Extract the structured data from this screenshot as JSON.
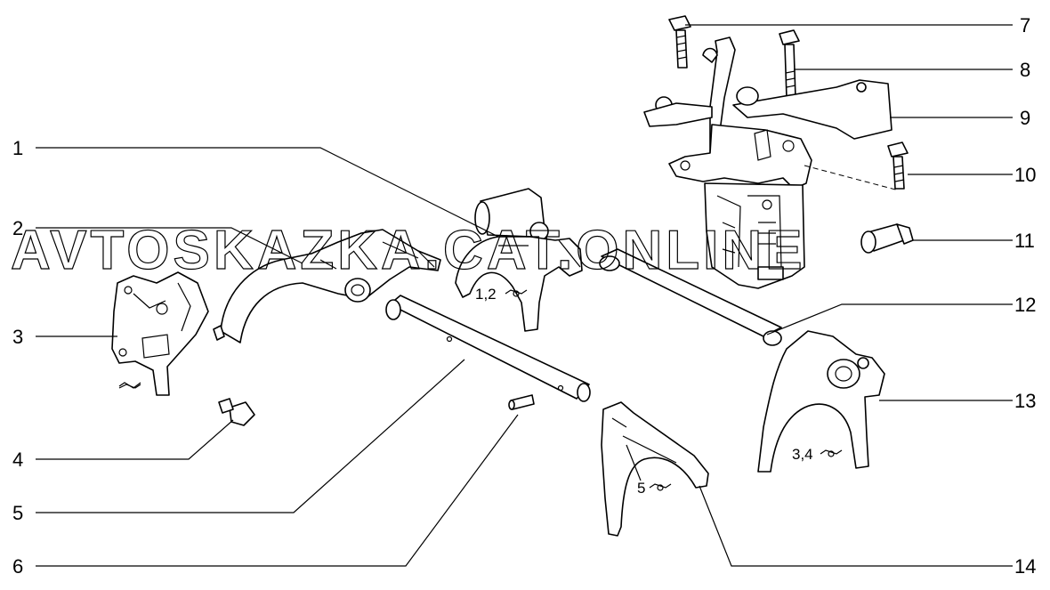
{
  "watermark": "AVTOSKAZKA.CAT.ONLINE",
  "callouts": {
    "c1": "1",
    "c2": "2",
    "c3": "3",
    "c4": "4",
    "c5": "5",
    "c6": "6",
    "c7": "7",
    "c8": "8",
    "c9": "9",
    "c10": "10",
    "c11": "11",
    "c12": "12",
    "c13": "13",
    "c14": "14"
  },
  "gear_notes": {
    "g12": "1,2",
    "g34": "3,4",
    "g5": "5"
  },
  "icons": [
    "gear-symbol-icon"
  ]
}
